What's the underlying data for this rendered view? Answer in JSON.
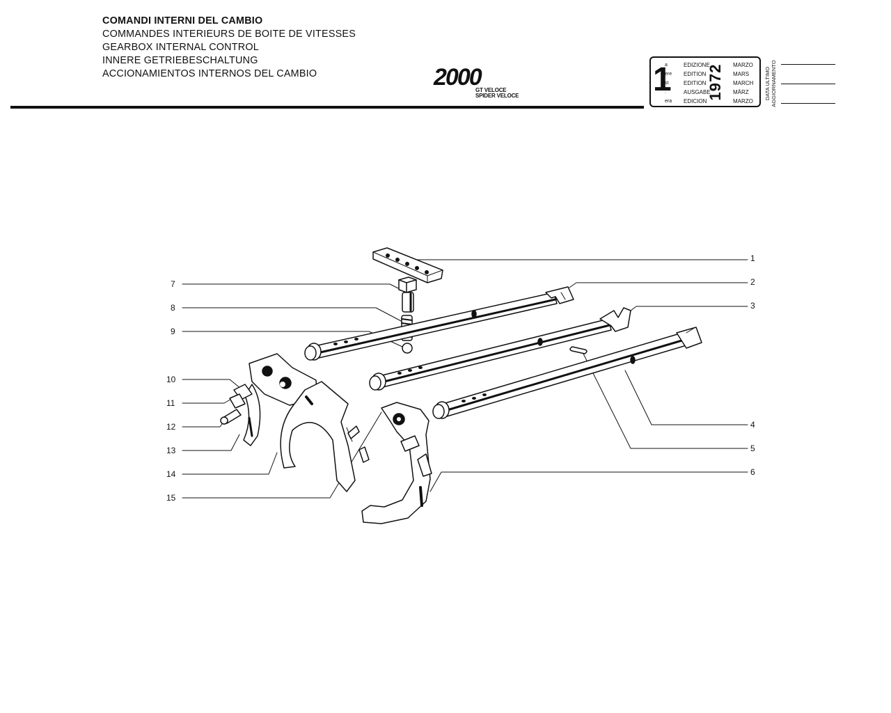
{
  "header": {
    "titles": [
      "COMANDI INTERNI DEL CAMBIO",
      "COMMANDES INTERIEURS DE BOITE DE VITESSES",
      "GEARBOX INTERNAL CONTROL",
      "INNERE GETRIEBESCHALTUNG",
      "ACCIONAMIENTOS INTERNOS DEL CAMBIO"
    ]
  },
  "logo": {
    "word": "2000",
    "line1": "GT VELOCE",
    "line2": "SPIDER VELOCE"
  },
  "edition": {
    "number": "1",
    "suffixes": [
      "a",
      "ere",
      "st",
      ".",
      "era"
    ],
    "labels": [
      "EDIZIONE",
      "EDITION",
      "EDITION",
      "AUSGABE",
      "EDICION"
    ],
    "months": [
      "MARZO",
      "MARS",
      "MARCH",
      "MÄRZ",
      "MARZO"
    ],
    "year": "1972",
    "update_label_1": "DATA ULTIMO",
    "update_label_2": "AGGIORNAMENTO"
  },
  "callouts": {
    "right": [
      "1",
      "2",
      "3",
      "4",
      "5",
      "6"
    ],
    "left": [
      "7",
      "8",
      "9",
      "10",
      "11",
      "12",
      "13",
      "14",
      "15"
    ]
  }
}
